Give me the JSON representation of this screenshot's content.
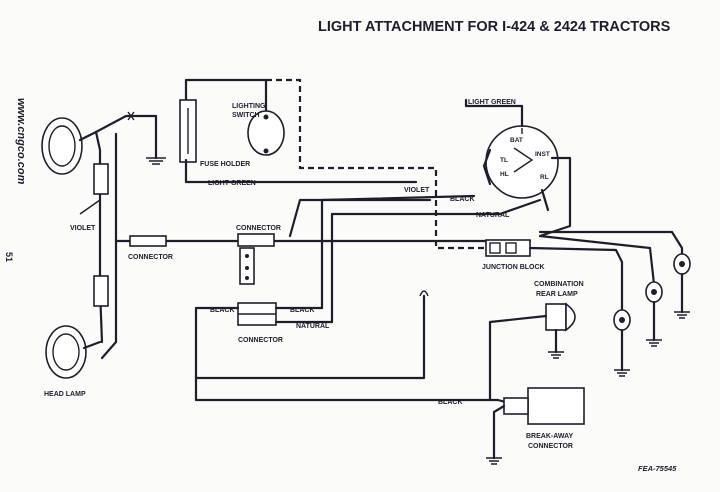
{
  "title": "LIGHT ATTACHMENT FOR I-424 & 2424 TRACTORS",
  "side_url": "www.cngco.com",
  "page_number": "51",
  "figure_code": "FEA-75545",
  "labels": {
    "lighting_switch_1": "LIGHTING",
    "lighting_switch_2": "SWITCH",
    "fuse_holder": "FUSE HOLDER",
    "light_green_left": "LIGHT GREEN",
    "light_green_top": "LIGHT GREEN",
    "violet_left": "VIOLET",
    "violet_mid": "VIOLET",
    "black_switch": "BLACK",
    "natural_switch": "NATURAL",
    "connector_left": "CONNECTOR",
    "connector_top": "CONNECTOR",
    "connector_bottom": "CONNECTOR",
    "black_left": "BLACK",
    "black_right": "BLACK",
    "natural_lower": "NATURAL",
    "black_bottom": "BLACK",
    "junction_block": "JUNCTION BLOCK",
    "head_lamp": "HEAD LAMP",
    "combination_1": "COMBINATION",
    "combination_2": "REAR LAMP",
    "breakaway_1": "BREAK-AWAY",
    "breakaway_2": "CONNECTOR",
    "bat": "BAT",
    "inst": "INST",
    "tl": "TL",
    "hl": "HL",
    "rl": "RL"
  }
}
